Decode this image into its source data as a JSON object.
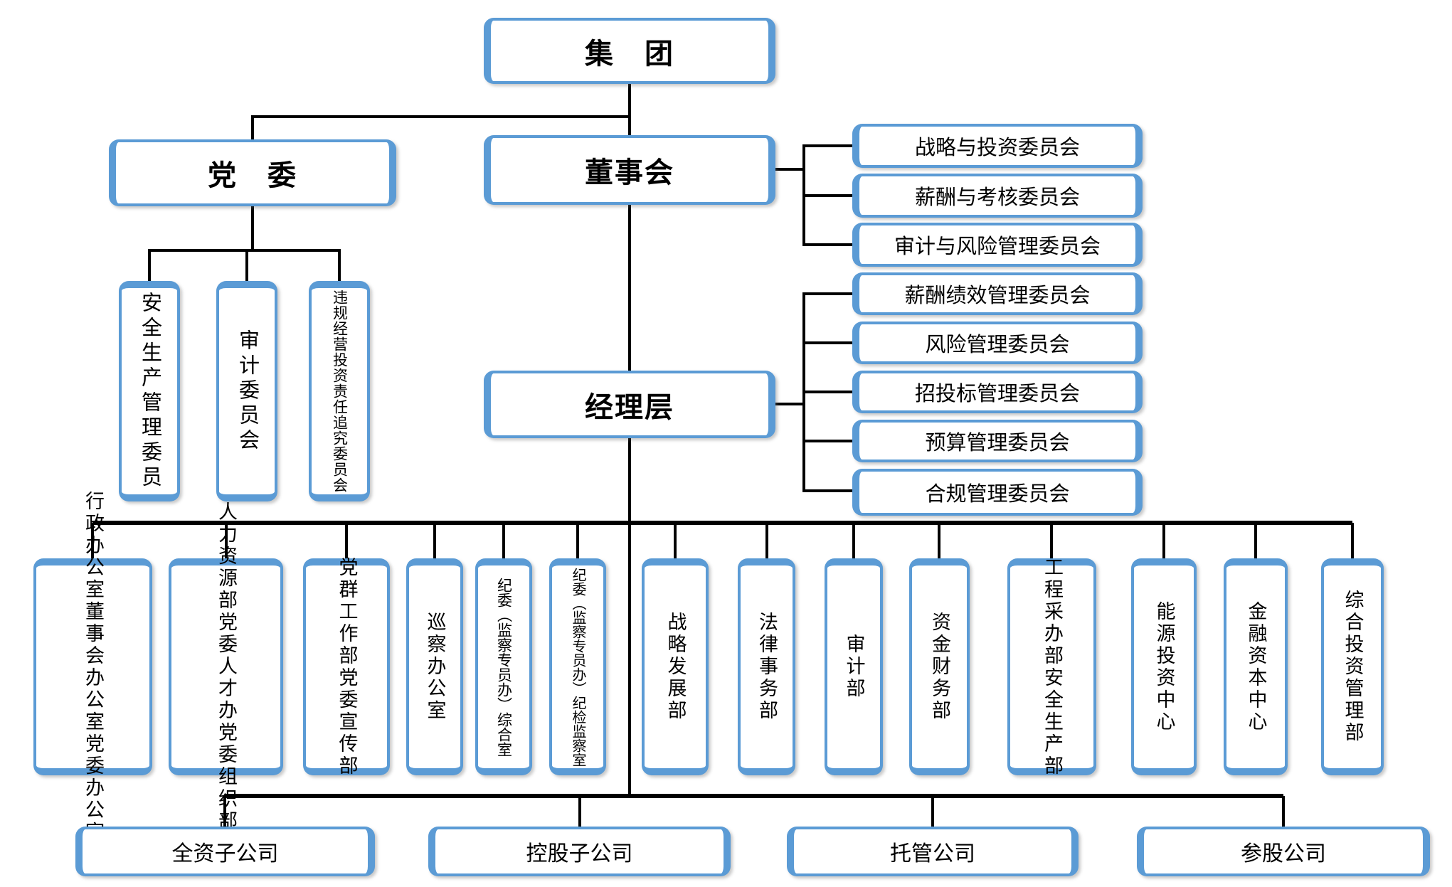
{
  "palette": {
    "accent": "#5B9BD5",
    "line": "#000000",
    "text": "#000000",
    "background": "#FFFFFF"
  },
  "nodes": {
    "group": {
      "label": "集　团"
    },
    "party": {
      "label": "党　委"
    },
    "board": {
      "label": "董事会"
    },
    "management": {
      "label": "经理层"
    },
    "party_committees": [
      {
        "label": "安全生产管理委员"
      },
      {
        "label": "审计委员会"
      },
      {
        "label": "违规经营投资责任追究委员会"
      }
    ],
    "board_committees": [
      {
        "label": "战略与投资委员会"
      },
      {
        "label": "薪酬与考核委员会"
      },
      {
        "label": "审计与风险管理委员会"
      }
    ],
    "management_committees": [
      {
        "label": "薪酬绩效管理委员会"
      },
      {
        "label": "风险管理委员会"
      },
      {
        "label": "招投标管理委员会"
      },
      {
        "label": "预算管理委员会"
      },
      {
        "label": "合规管理委员会"
      }
    ],
    "departments": [
      {
        "columns_right_to_left": [
          "行政办公室",
          "董事会办公室",
          "党委办公室"
        ]
      },
      {
        "columns_right_to_left": [
          "人力资源部",
          "党委人才办",
          "党委组织部"
        ]
      },
      {
        "columns_right_to_left": [
          "党群工作部",
          "党委宣传部"
        ]
      },
      {
        "columns_right_to_left": [
          "巡察办公室"
        ]
      },
      {
        "columns_right_to_left": [
          "纪委（监察专员办）综合室"
        ]
      },
      {
        "columns_right_to_left": [
          "纪委（监察专员办）纪检监察室"
        ]
      },
      {
        "columns_right_to_left": [
          "战略发展部"
        ]
      },
      {
        "columns_right_to_left": [
          "法律事务部"
        ]
      },
      {
        "columns_right_to_left": [
          "审计部"
        ]
      },
      {
        "columns_right_to_left": [
          "资金财务部"
        ]
      },
      {
        "columns_right_to_left": [
          "工程采办部",
          "安全生产部"
        ]
      },
      {
        "columns_right_to_left": [
          "能源投资中心"
        ]
      },
      {
        "columns_right_to_left": [
          "金融资本中心"
        ]
      },
      {
        "columns_right_to_left": [
          "综合投资管理部"
        ]
      }
    ],
    "companies": [
      {
        "label": "全资子公司"
      },
      {
        "label": "控股子公司"
      },
      {
        "label": "托管公司"
      },
      {
        "label": "参股公司"
      }
    ]
  }
}
